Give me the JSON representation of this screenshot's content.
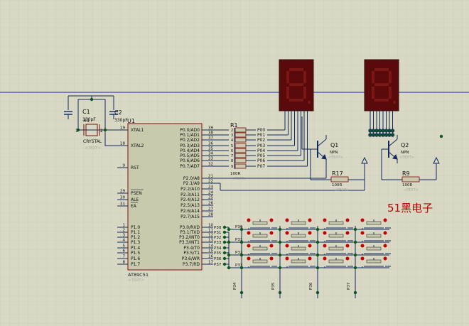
{
  "colors": {
    "background": "#d8d8c4",
    "grid": "#c9c9b3",
    "wire": "#102a60",
    "component": "#c9c9ad",
    "component_edge": "#7a1010",
    "pin_label": "#101010",
    "pin_number": "#101010",
    "placeholder": "#a8a8a8",
    "display_body": "#5a0a0a",
    "display_segment": "#7a1818",
    "guide_line": "#2020c0",
    "button_dot": "#c00000",
    "junction": "#0a5a20",
    "watermark": "#c00000"
  },
  "mcu": {
    "ref": "U1",
    "part": "AT89C51",
    "text_placeholder": "<TEXT>",
    "left_pins": [
      {
        "num": "19",
        "name": "XTAL1"
      },
      {
        "num": "18",
        "name": "XTAL2"
      },
      {
        "num": "9",
        "name": "RST"
      },
      {
        "num": "29",
        "name": "PSEN"
      },
      {
        "num": "30",
        "name": "ALE"
      },
      {
        "num": "31",
        "name": "EA"
      },
      {
        "num": "1",
        "name": "P1.0"
      },
      {
        "num": "2",
        "name": "P1.1"
      },
      {
        "num": "3",
        "name": "P1.2"
      },
      {
        "num": "4",
        "name": "P1.3"
      },
      {
        "num": "5",
        "name": "P1.4"
      },
      {
        "num": "6",
        "name": "P1.5"
      },
      {
        "num": "7",
        "name": "P1.6"
      },
      {
        "num": "8",
        "name": "P1.7"
      }
    ],
    "right_pins": [
      {
        "num": "39",
        "name": "P0.0/AD0"
      },
      {
        "num": "38",
        "name": "P0.1/AD1"
      },
      {
        "num": "37",
        "name": "P0.2/AD2"
      },
      {
        "num": "36",
        "name": "P0.3/AD3"
      },
      {
        "num": "35",
        "name": "P0.4/AD4"
      },
      {
        "num": "34",
        "name": "P0.5/AD5"
      },
      {
        "num": "33",
        "name": "P0.6/AD6"
      },
      {
        "num": "32",
        "name": "P0.7/AD7"
      },
      {
        "num": "21",
        "name": "P2.0/A8"
      },
      {
        "num": "22",
        "name": "P2.1/A9"
      },
      {
        "num": "23",
        "name": "P2.2/A10"
      },
      {
        "num": "24",
        "name": "P2.3/A11"
      },
      {
        "num": "25",
        "name": "P2.4/A12"
      },
      {
        "num": "26",
        "name": "P2.5/A13"
      },
      {
        "num": "27",
        "name": "P2.6/A14"
      },
      {
        "num": "28",
        "name": "P2.7/A15"
      },
      {
        "num": "10",
        "name": "P3.0/RXD"
      },
      {
        "num": "11",
        "name": "P3.1/TXD"
      },
      {
        "num": "12",
        "name": "P3.2/INT0"
      },
      {
        "num": "13",
        "name": "P3.3/INT1"
      },
      {
        "num": "14",
        "name": "P3.4/T0"
      },
      {
        "num": "15",
        "name": "P3.5/T1"
      },
      {
        "num": "16",
        "name": "P3.6/WR"
      },
      {
        "num": "17",
        "name": "P3.7/RD"
      }
    ],
    "p3_net_labels": [
      "P30",
      "P31",
      "P32",
      "P33",
      "P34",
      "P35",
      "P36",
      "P37"
    ]
  },
  "crystal": {
    "ref": "X1",
    "part": "CRYSTAL",
    "text_placeholder": "<TEXT>",
    "pin1": "1",
    "pin2": "2"
  },
  "capacitors": [
    {
      "ref": "C1",
      "value": "330pF"
    },
    {
      "ref": "C2",
      "value": "330pF"
    }
  ],
  "resistor_pack": {
    "ref": "R1",
    "part": "100R",
    "text_placeholder": "<TEXT>",
    "pin_numbers": [
      "2",
      "3",
      "4",
      "5",
      "6",
      "7",
      "8",
      "9"
    ],
    "net_labels": [
      "P00",
      "P01",
      "P02",
      "P03",
      "P04",
      "P05",
      "P06",
      "P07"
    ]
  },
  "transistors": [
    {
      "ref": "Q1",
      "type": "NPN",
      "text_placeholder": "<TEXT>"
    },
    {
      "ref": "Q2",
      "type": "NPN",
      "text_placeholder": "<TEXT>"
    }
  ],
  "resistors": [
    {
      "ref": "R17",
      "value": "100R",
      "text_placeholder": "<TEXT>"
    },
    {
      "ref": "R9",
      "value": "100R",
      "text_placeholder": "<TEXT>"
    }
  ],
  "keypad": {
    "row_labels": [
      "P30",
      "P31",
      "P32",
      "P33"
    ],
    "column_labels": [
      "P34",
      "P35",
      "P36",
      "P37"
    ],
    "rows": 4,
    "columns": 4
  },
  "watermark": "51黑电子"
}
